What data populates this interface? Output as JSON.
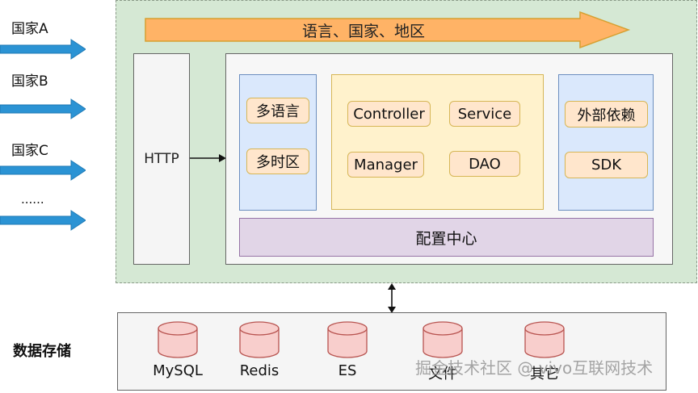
{
  "countries": [
    {
      "label": "国家A"
    },
    {
      "label": "国家B"
    },
    {
      "label": "国家C"
    },
    {
      "label": "......"
    }
  ],
  "top_banner": {
    "label": "语言、国家、地区"
  },
  "http_box": {
    "label": "HTTP"
  },
  "left_panel": {
    "items": [
      "多语言",
      "多时区"
    ]
  },
  "center_panel": {
    "items": [
      "Controller",
      "Service",
      "Manager",
      "DAO"
    ]
  },
  "right_panel": {
    "items": [
      "外部依赖",
      "SDK"
    ]
  },
  "config_center": {
    "label": "配置中心"
  },
  "storage": {
    "title": "数据存储",
    "databases": [
      "MySQL",
      "Redis",
      "ES",
      "文件",
      "其它"
    ]
  },
  "watermark": "掘金技术社区 @ vivo互联网技术",
  "colors": {
    "zone_green": "#d5e8d4",
    "arrow_blue": "#2b93d4",
    "banner_orange": "#ffb366",
    "panel_blue": "#dae8fc",
    "panel_yellow": "#fff2cc",
    "chip_orange": "#ffe6cc",
    "config_purple": "#e1d5e7",
    "db_pink": "#f8cecc"
  }
}
